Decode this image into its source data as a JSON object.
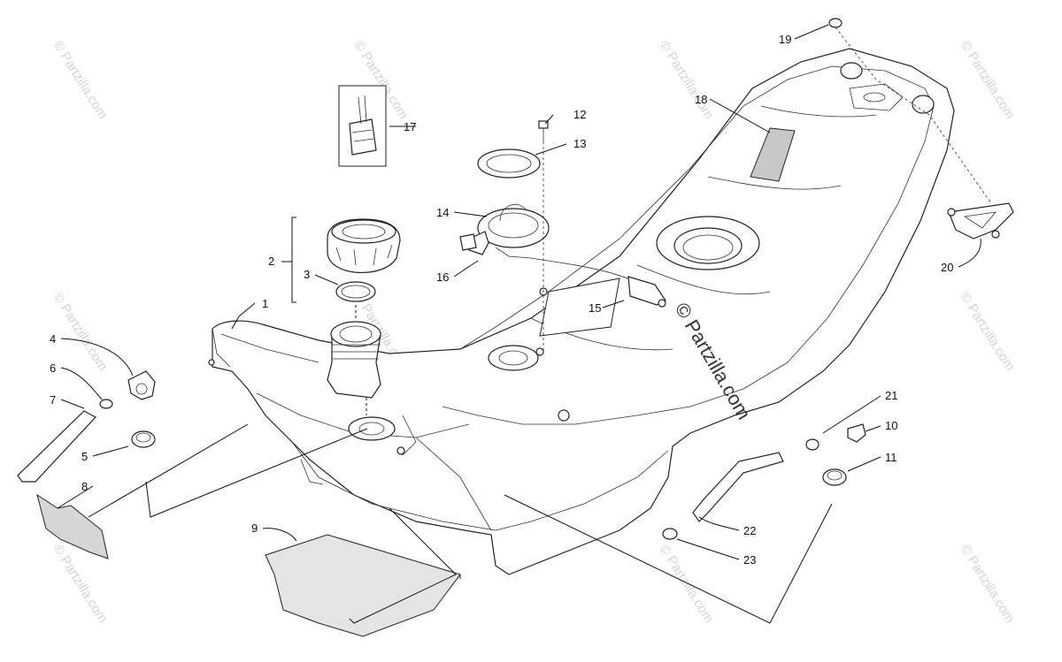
{
  "watermarks": {
    "text": "© Partzilla.com",
    "center_text": "© Partzilla.com"
  },
  "callouts": [
    "1",
    "2",
    "3",
    "4",
    "5",
    "6",
    "7",
    "8",
    "9",
    "10",
    "11",
    "12",
    "13",
    "14",
    "15",
    "16",
    "17",
    "18",
    "19",
    "20",
    "21",
    "22",
    "23"
  ],
  "colors": {
    "line": "#222222",
    "watermark": "#d4d4d4",
    "decal_fill": "#c8c8c8"
  }
}
